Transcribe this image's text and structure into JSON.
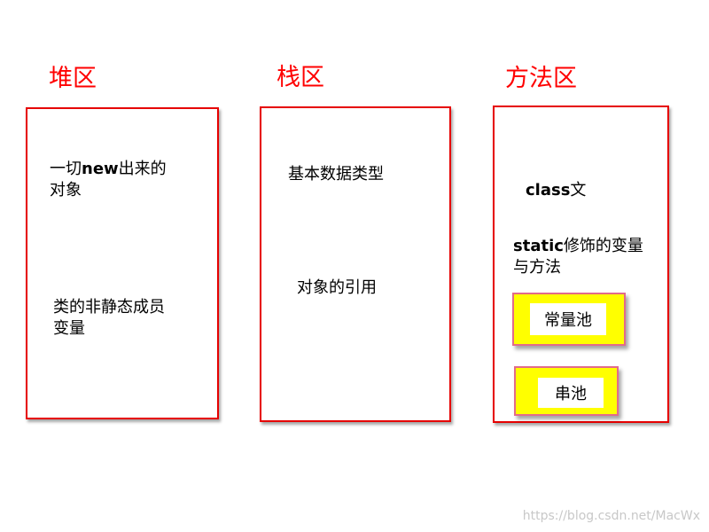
{
  "regions": {
    "heap": {
      "title": "堆区",
      "line1_prefix": "一切",
      "line1_keyword": "new",
      "line1_suffix": "出来的",
      "line2": "对象",
      "line3": "类的非静态成员",
      "line4": "变量"
    },
    "stack": {
      "title": "栈区",
      "item1": "基本数据类型",
      "item2": "对象的引用"
    },
    "method": {
      "title": "方法区",
      "item1_keyword": "class",
      "item1_suffix": "文",
      "item2_keyword": "static",
      "item2_suffix": "修饰的变量",
      "item2_line2": "与方法",
      "constant_pool": "常量池",
      "string_pool": "串池"
    }
  },
  "watermark": "https://blog.csdn.net/MacWx",
  "colors": {
    "heading": "#ff0000",
    "border": "#e60000",
    "pool_fill": "#ffff00",
    "pool_border": "#e26b8a"
  }
}
